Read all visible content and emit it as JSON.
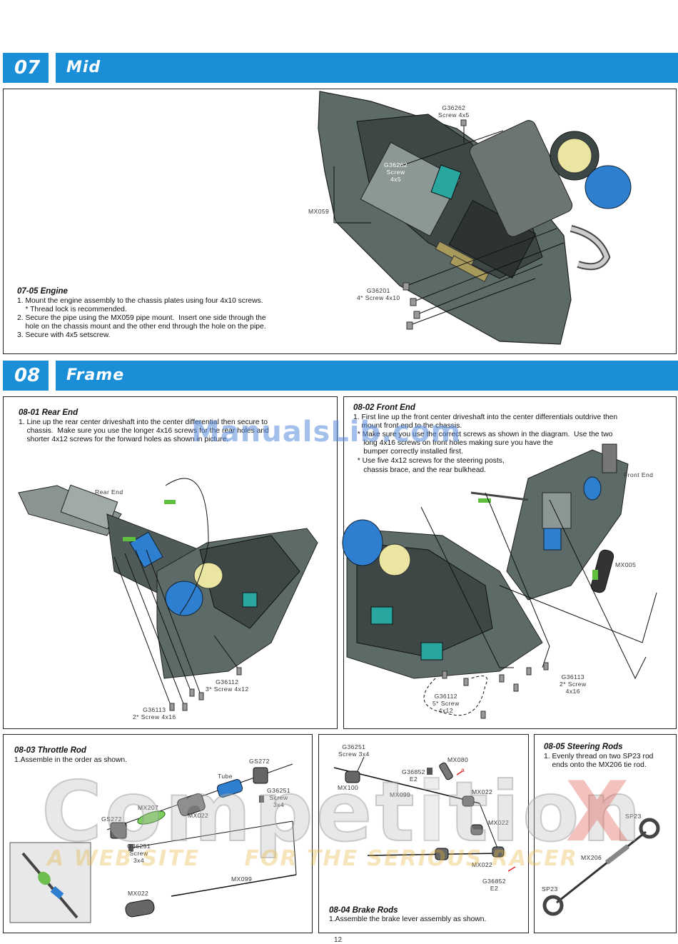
{
  "sections": [
    {
      "number": "07",
      "title": "Mid"
    },
    {
      "number": "08",
      "title": "Frame"
    }
  ],
  "step_0705": {
    "title": "07-05  Engine",
    "lines": [
      "1. Mount the engine assembly to the chassis plates using four 4x10 screws.",
      "    * Thread lock is recommended.",
      "2. Secure the pipe using the MX059 pipe mount.  Insert one side through the",
      "    hole on the chassis mount and the other end through the hole on the pipe.",
      "3. Secure with 4x5 setscrew."
    ],
    "labels": {
      "g36262_top": "G36262\nScrew 4x5",
      "g36262_mid": "G36262\nScrew\n4x5",
      "mx059": "MX059",
      "g36201": "G36201\n4* Screw 4x10"
    }
  },
  "step_0801": {
    "title": "08-01  Rear End",
    "lines": [
      "1. Line up the rear center driveshaft into the center differential then secure to",
      "    chassis.  Make sure you use the longer 4x16 screws for the rear holes and",
      "    shorter 4x12 screws for the forward holes as shown in picture."
    ],
    "labels": {
      "rear_end": "Rear End",
      "g36112": "G36112\n3* Screw 4x12",
      "g36113": "G36113\n2* Screw 4x16"
    }
  },
  "step_0802": {
    "title": "08-02  Front End",
    "lines": [
      "1. First line up the front center driveshaft into the center differentials outdrive then",
      "    mount front end to the chassis.",
      "  * Make sure you use the correct screws as shown in the diagram.  Use the two",
      "     long 4x16 screws on front holes making sure you have the",
      "     bumper correctly installed first.",
      "  * Use five 4x12 screws for the steering posts,",
      "     chassis brace, and the rear bulkhead."
    ],
    "labels": {
      "front_end": "Front End",
      "mx005": "MX005",
      "g36113": "G36113\n2* Screw\n4x16",
      "g36112": "G36112\n5* Screw\n4x12"
    }
  },
  "step_0803": {
    "title": "08-03  Throttle Rod",
    "lines": [
      "1.Assemble in the order as shown."
    ],
    "labels": {
      "gs272_right": "GS272",
      "tube": "Tube",
      "g36251_right": "G36251\nScrew\n3x4",
      "mx207": "MX207",
      "mx022_top": "MX022",
      "gs272_left": "GS272",
      "g36251_left": "G36251\nScrew\n3x4",
      "mx099": "MX099",
      "mx022_bottom": "MX022"
    }
  },
  "step_0804": {
    "title": "08-04 Brake  Rods",
    "lines": [
      "1.Assemble the brake lever assembly as shown."
    ],
    "labels": {
      "g36251": "G36251\nScrew 3x4",
      "mx080": "MX080",
      "g36852_top": "G36852\nE2",
      "mx100": "MX100",
      "mx099": "MX099",
      "mx022_a": "MX022",
      "mx022_b": "MX022",
      "mx022_c": "MX022",
      "g36852_bottom": "G36852\nE2",
      "a_mark": "a"
    }
  },
  "step_0805": {
    "title": "08-05  Steering Rods",
    "lines": [
      "1. Evenly thread on two SP23 rod",
      "    ends onto the MX206 tie rod."
    ],
    "labels": {
      "sp23_top": "SP23",
      "mx206": "MX206",
      "sp23_bottom": "SP23"
    }
  },
  "watermarks": {
    "url": "ManualsLib.com",
    "brand_main": "Compet",
    "brand_mid": "tion",
    "brand_x": "X",
    "brand_sub": "A WEB SITE     FOR THE SERIOUS RACER"
  },
  "page_number": "12",
  "colors": {
    "header_blue": "#1a8fd8",
    "chassis_gray": "#5c6a68",
    "part_blue": "#2f7fd0",
    "part_green": "#5fbf3f",
    "part_teal": "#2aa6a0"
  }
}
